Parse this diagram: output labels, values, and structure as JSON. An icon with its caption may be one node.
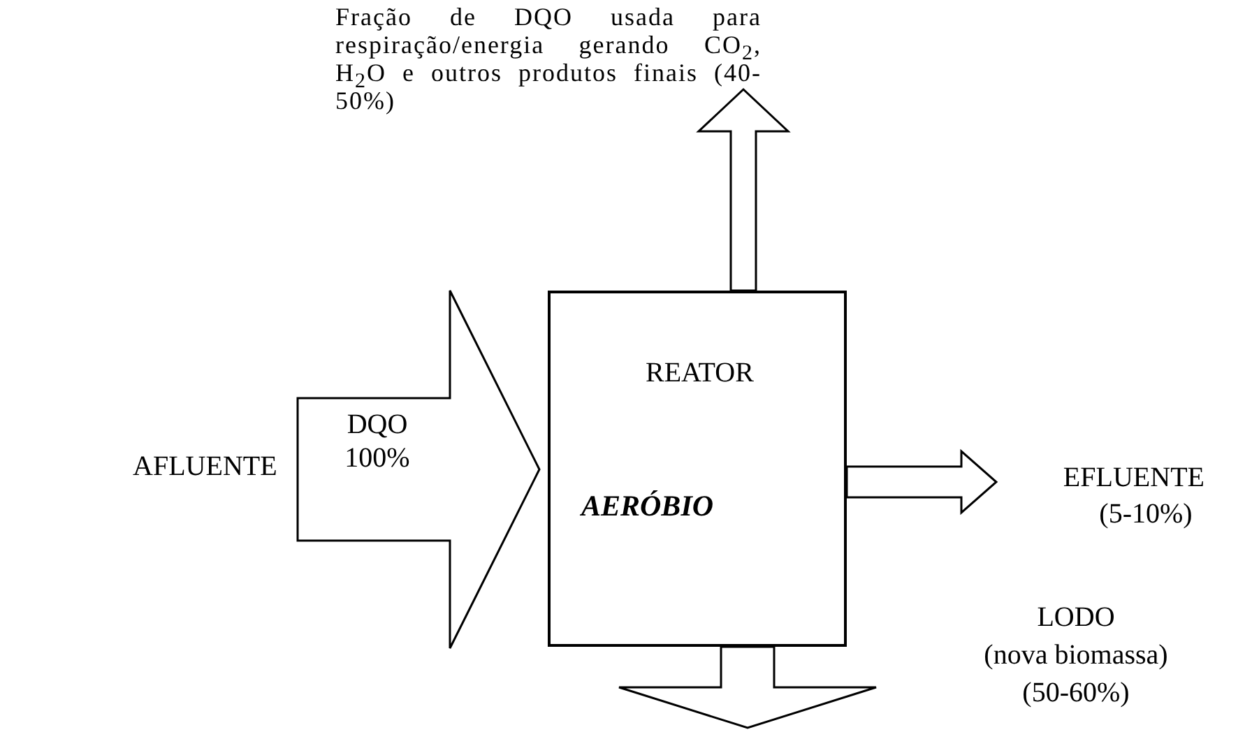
{
  "diagram": {
    "nodes": [
      {
        "text": [
          "AFLUENTE"
        ]
      },
      {
        "text": [
          "REATOR",
          "AERÓBIO"
        ]
      },
      {
        "text": [
          "Fração de DQO usada para respiração/energia gerando CO$_{2}$, H$_{2}$O e outros produtos finais (40-50%)"
        ]
      },
      {
        "text": [
          "EFLUENTE",
          "(5-10%)"
        ]
      }
    ],
    "edges": [
      {
        "from": 0,
        "to": 1,
        "arrow": "to",
        "label": "DQO 100%",
        "style": "thick"
      },
      {
        "from": 1,
        "to": 2,
        "arrow": "to",
        "style": "thick"
      },
      {
        "from": 1,
        "to": 3,
        "arrow": "to",
        "style": "thick"
      },
      {
        "from": 1,
        "to": null,
        "arrow": "to",
        "style": "thick"
      }
    ],
    "labels": [
      "LODO",
      "(nova biomassa)",
      "(50-60%)"
    ]
  }
}
